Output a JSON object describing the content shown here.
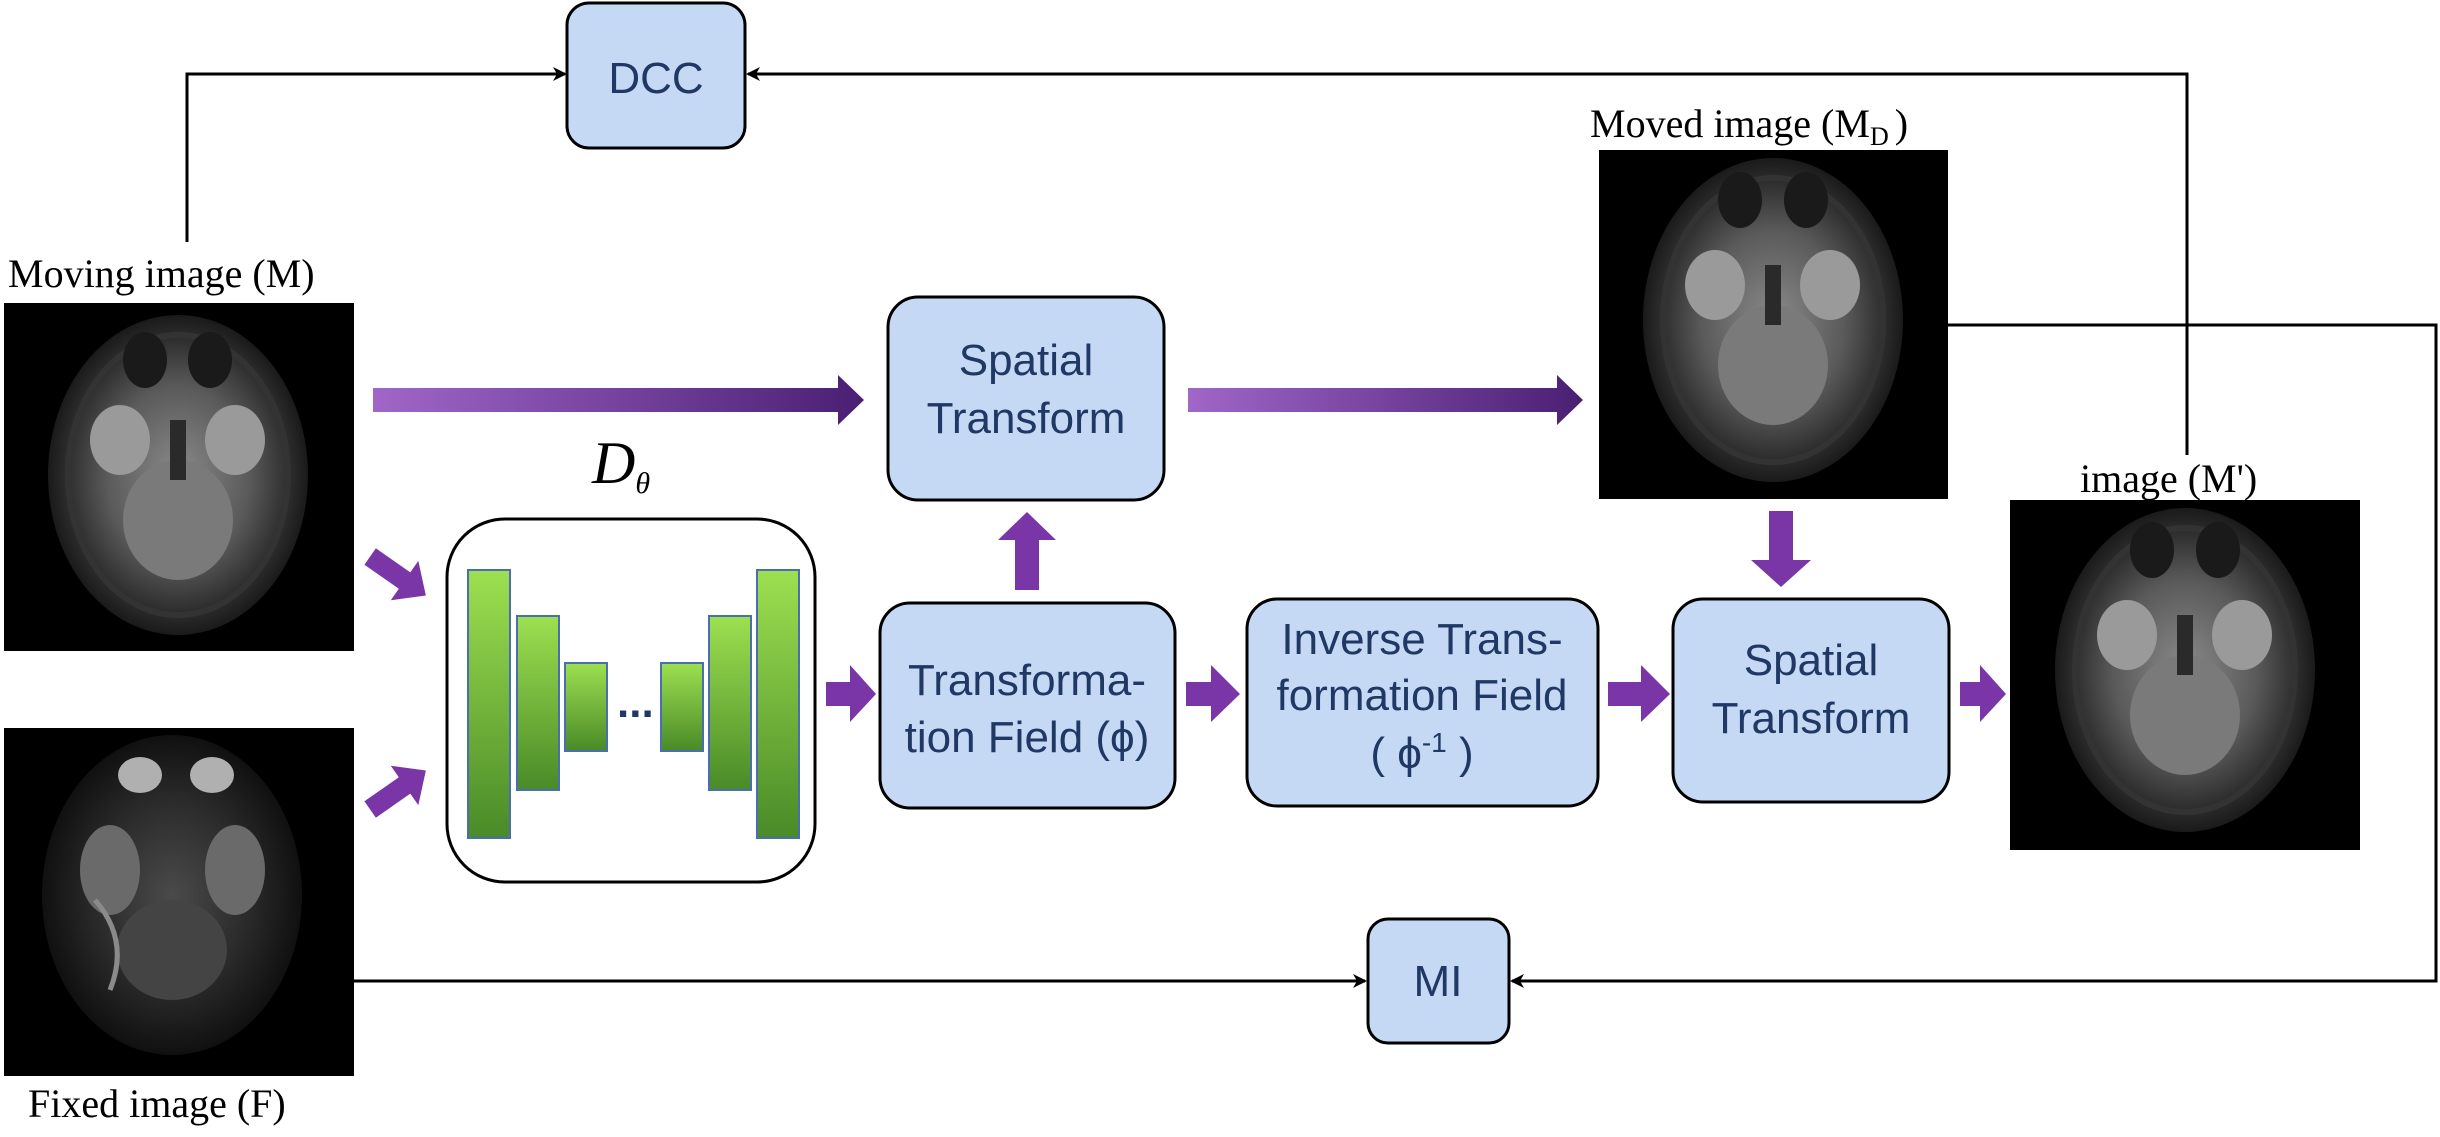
{
  "colors": {
    "box_fill": "#c5d9f4",
    "box_stroke": "#000000",
    "box_text": "#1f3864",
    "arrow_purple_light": "#a066c8",
    "arrow_purple_dark": "#4a1f72",
    "network_green_top": "#9de050",
    "network_green_bottom": "#4a8a28",
    "network_bar_stroke": "#4a6fb0"
  },
  "images": {
    "moving": {
      "label": "Moving image (M)",
      "icon": "brain-mri-scan"
    },
    "fixed": {
      "label": "Fixed image (F)",
      "icon": "brain-mri-scan"
    },
    "moved": {
      "label_main": "Moved image (M",
      "label_sub": "D",
      "label_close": ")",
      "icon": "brain-mri-scan"
    },
    "moved_prime": {
      "label": "image (M')",
      "icon": "brain-mri-scan"
    }
  },
  "network": {
    "label_main": "D",
    "label_sub": "θ",
    "ellipsis": "..."
  },
  "boxes": {
    "dcc": {
      "label": "DCC"
    },
    "spatial_top": {
      "line1": "Spatial",
      "line2": "Transform"
    },
    "transformation_field": {
      "line1": "Transforma-",
      "line2": "tion Field (ϕ)"
    },
    "inverse_field": {
      "line1": "Inverse Trans-",
      "line2": "formation Field",
      "line3_open": "( ϕ",
      "line3_sup": "-1",
      "line3_close": " )"
    },
    "spatial_bottom": {
      "line1": "Spatial",
      "line2": "Transform"
    },
    "mi": {
      "label": "MI"
    }
  }
}
